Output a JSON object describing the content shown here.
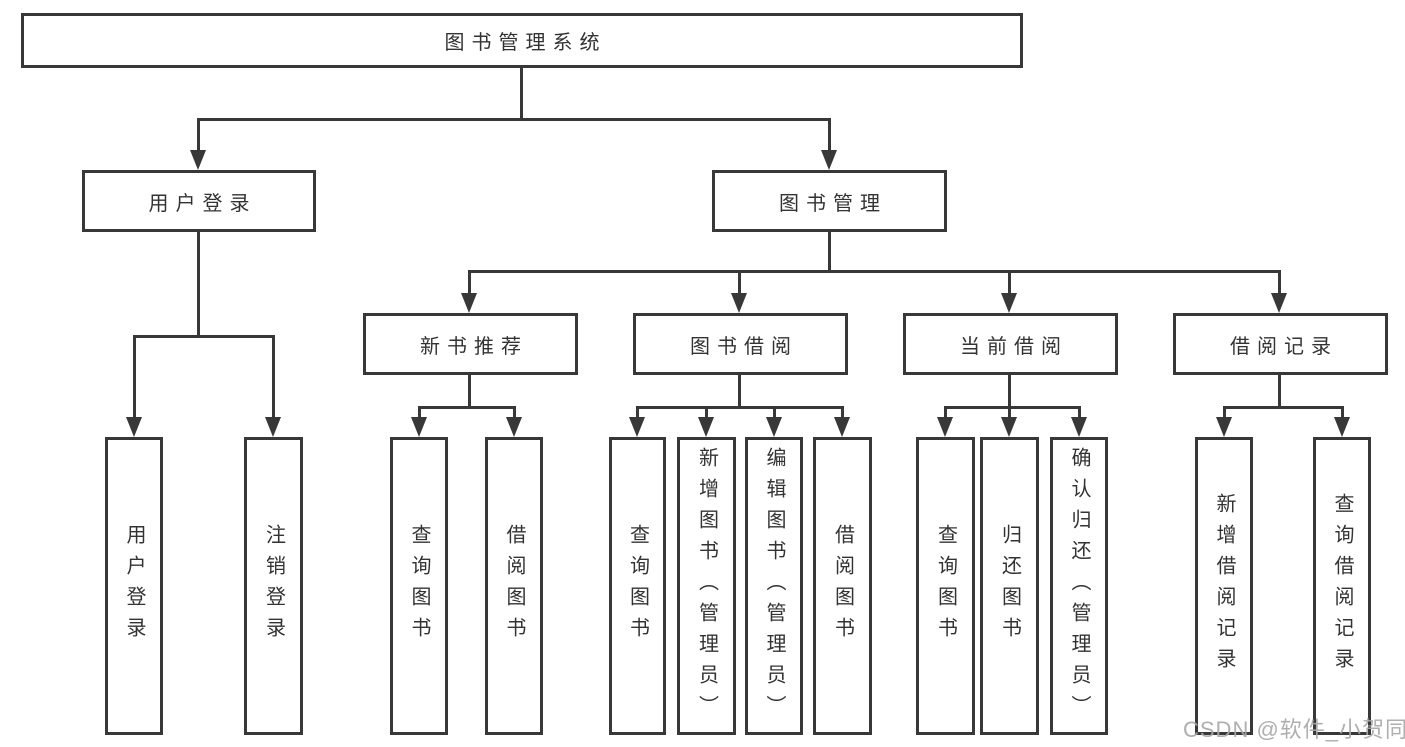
{
  "diagram": {
    "tree": {
      "label": "图书管理系统",
      "children": [
        {
          "label": "用户登录",
          "children": [
            {
              "label": "用户登录"
            },
            {
              "label": "注销登录"
            }
          ]
        },
        {
          "label": "图书管理",
          "children": [
            {
              "label": "新书推荐",
              "children": [
                {
                  "label": "查询图书"
                },
                {
                  "label": "借阅图书"
                }
              ]
            },
            {
              "label": "图书借阅",
              "children": [
                {
                  "label": "查询图书"
                },
                {
                  "label": "新增图书（管理员）"
                },
                {
                  "label": "编辑图书（管理员）"
                },
                {
                  "label": "借阅图书"
                }
              ]
            },
            {
              "label": "当前借阅",
              "children": [
                {
                  "label": "查询图书"
                },
                {
                  "label": "归还图书"
                },
                {
                  "label": "确认归还（管理员）"
                }
              ]
            },
            {
              "label": "借阅记录",
              "children": [
                {
                  "label": "新增借阅记录"
                },
                {
                  "label": "查询借阅记录"
                }
              ]
            }
          ]
        }
      ]
    },
    "watermark": "CSDN @软件_小贺同学",
    "colors": {
      "line": "#383838",
      "text": "#333333",
      "watermark": "#a8a8a8",
      "background": "#ffffff"
    }
  }
}
